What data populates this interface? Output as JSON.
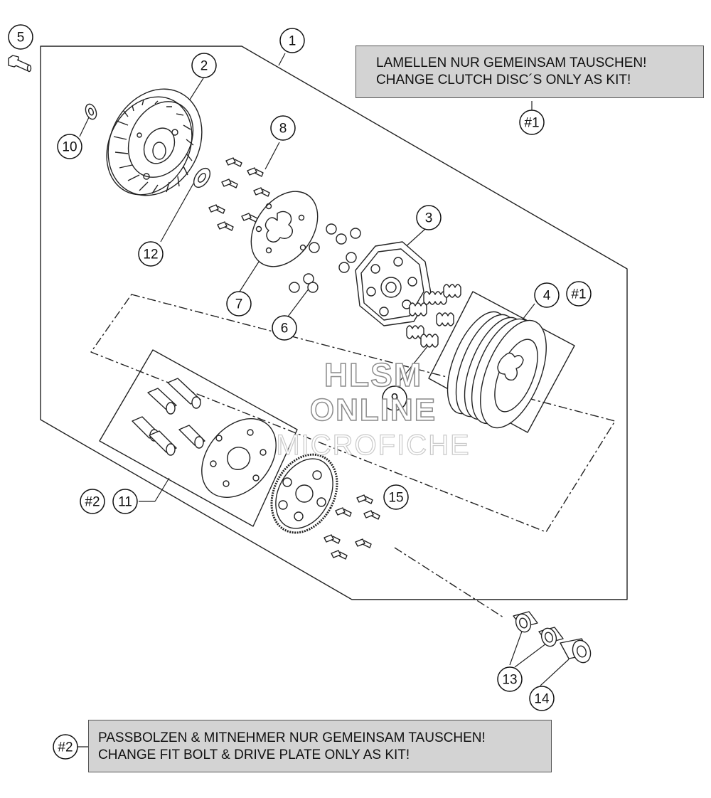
{
  "notes": {
    "kit1": {
      "line1": "LAMELLEN NUR GEMEINSAM TAUSCHEN!",
      "line2": "CHANGE CLUTCH DISC´S ONLY AS KIT!",
      "tag": "#1"
    },
    "kit2": {
      "line1": "PASSBOLZEN & MITNEHMER NUR GEMEINSAM TAUSCHEN!",
      "line2": "CHANGE FIT BOLT & DRIVE PLATE ONLY AS KIT!",
      "tag": "#2"
    }
  },
  "callouts": {
    "c1": "1",
    "c2": "2",
    "c3": "3",
    "c4": "4",
    "c5": "5",
    "c6": "6",
    "c7": "7",
    "c8": "8",
    "c9": "9",
    "c10": "10",
    "c11": "11",
    "c12": "12",
    "c13": "13",
    "c14": "14",
    "c15": "15",
    "kit1_at_4": "#1",
    "kit2_at_11": "#2"
  },
  "watermark": {
    "line1": "HLSM",
    "line2": "ONLINE",
    "line3": "MICROFICHE"
  },
  "colors": {
    "line": "#222222",
    "note_fill": "#d3d3d3",
    "watermark_outline": "#8a8a8a"
  }
}
